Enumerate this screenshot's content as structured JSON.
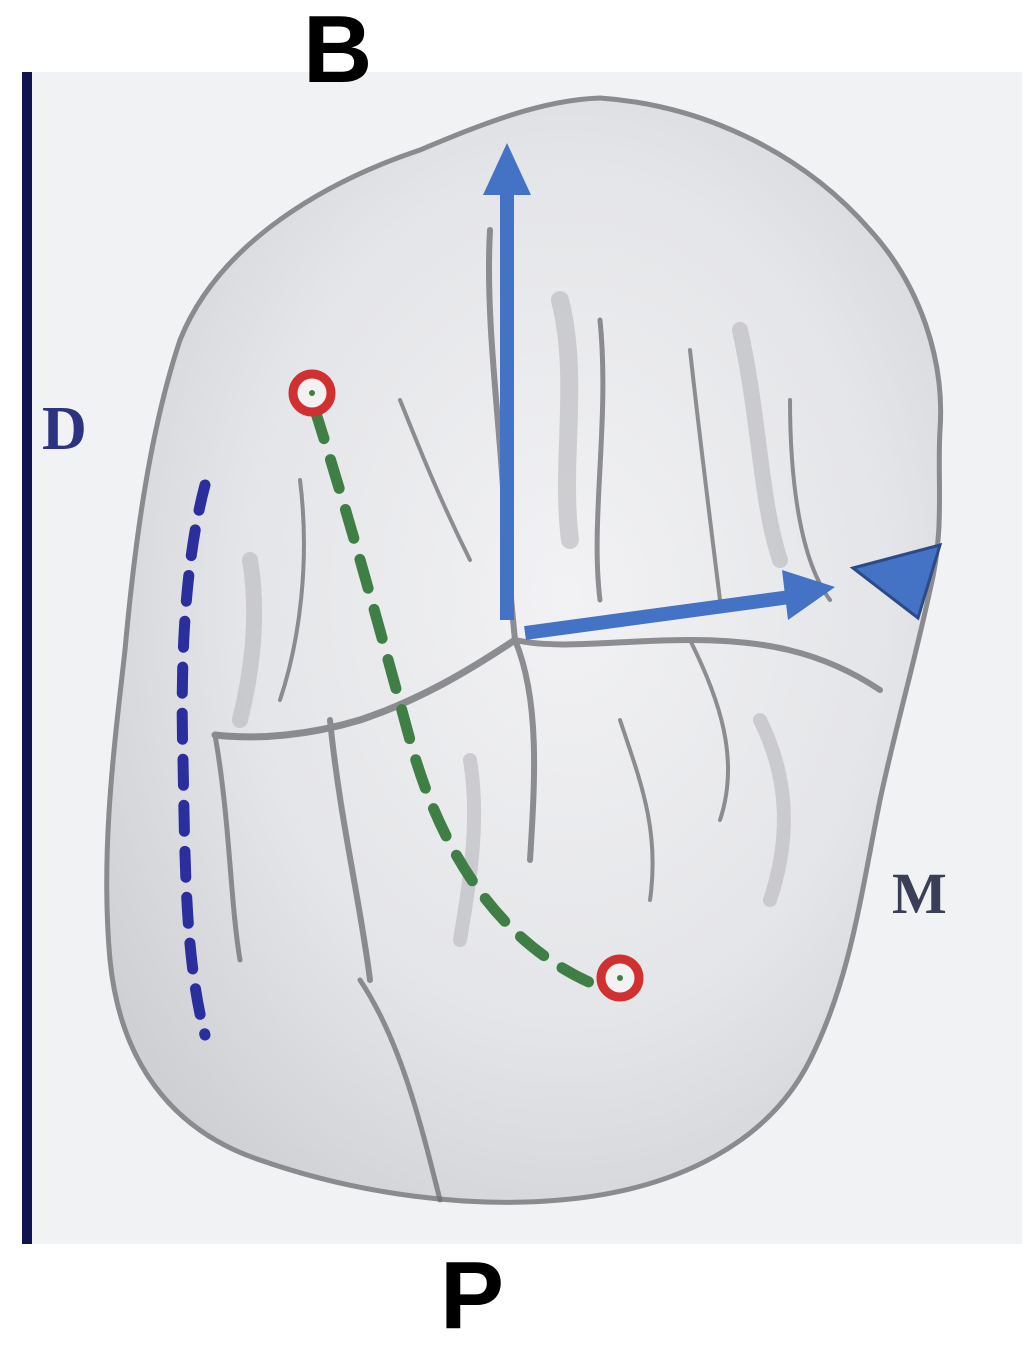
{
  "labels": {
    "buccal": "B",
    "palatal": "P",
    "distal": "D",
    "mesial": "M"
  },
  "colors": {
    "background_panel": "#f1f2f4",
    "tooth_fill": "#dcdde0",
    "tooth_outline": "#8a8b8f",
    "axis_arrow": "#4472c4",
    "distal_dashed_line": "#2b2f9e",
    "cusp_dashed_line": "#3f7f45",
    "cusp_marker": "#d03030",
    "left_bar": "#101550"
  },
  "icons": [
    "cusp-marker",
    "axis-arrow-up",
    "axis-arrow-right",
    "triangle-pointer"
  ]
}
